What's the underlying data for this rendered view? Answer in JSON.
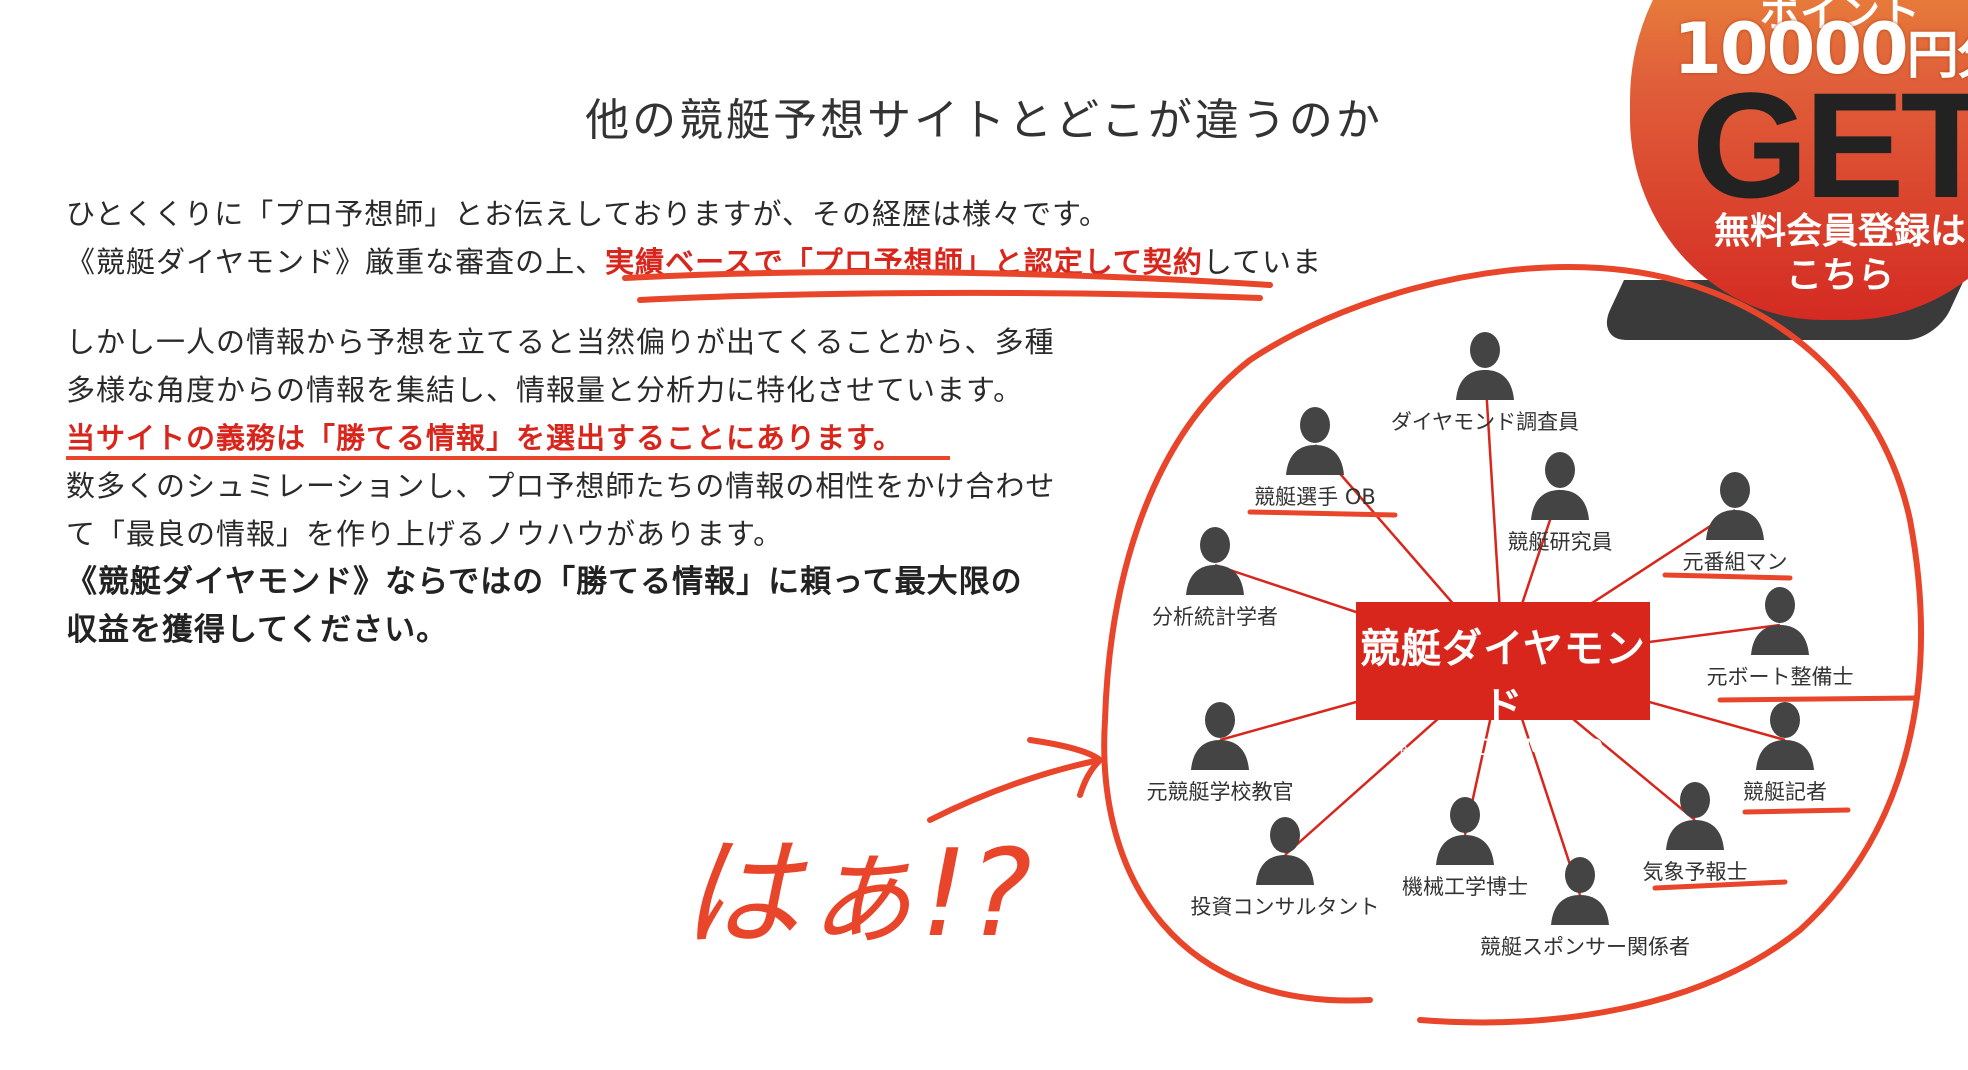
{
  "title": "他の競艇予想サイトとどこが違うのか",
  "paragraph1": [
    {
      "text": "ひとくくりに「プロ予想師」とお伝えしておりますが、その経歴は様々です。"
    },
    {
      "pre": "《競艇ダイヤモンド》厳重な審査の上、",
      "red": "実績ベースで「プロ予想師」と認定して契約",
      "post": "していま"
    }
  ],
  "paragraph2": {
    "line1": "しかし一人の情報から予想を立てると当然偏りが出てくることから、多種",
    "line2": "多様な角度からの情報を集結し、情報量と分析力に特化させています。",
    "line3_red": "当サイトの義務は「勝てる情報」を選出することにあります。",
    "line4": "数多くのシュミレーションし、プロ予想師たちの情報の相性をかけ合わせ",
    "line5": "て「最良の情報」を作り上げるノウハウがあります。",
    "line6_bold": "《競艇ダイヤモンド》ならではの「勝てる情報」に頼って最大限の",
    "line7_bold": "収益を獲得してください。"
  },
  "banner": {
    "top_text": "ポイント",
    "amount": "10000",
    "amount_unit": "円分",
    "get": "GET",
    "cta_line1": "無料会員登録は",
    "cta_line2": "こちら"
  },
  "diagram": {
    "center_jp": "競艇ダイヤモンド",
    "center_en": "DIAMOND",
    "center_en_prefix": "BOAT RACE",
    "nodes": [
      {
        "label": "ダイヤモンド調査員"
      },
      {
        "label": "競艇選手 OB"
      },
      {
        "label": "競艇研究員"
      },
      {
        "label": "元番組マン"
      },
      {
        "label": "分析統計学者"
      },
      {
        "label": "元ボート整備士"
      },
      {
        "label": "元競艇学校教官"
      },
      {
        "label": "競艇記者"
      },
      {
        "label": "気象予報士"
      },
      {
        "label": "機械工学博士"
      },
      {
        "label": "投資コンサルタント"
      },
      {
        "label": "競艇スポンサー関係者"
      }
    ]
  },
  "annotation": {
    "handwriting": "はぁ!?"
  },
  "colors": {
    "accent_red": "#d8261c",
    "annotation_red": "#e8452a"
  }
}
